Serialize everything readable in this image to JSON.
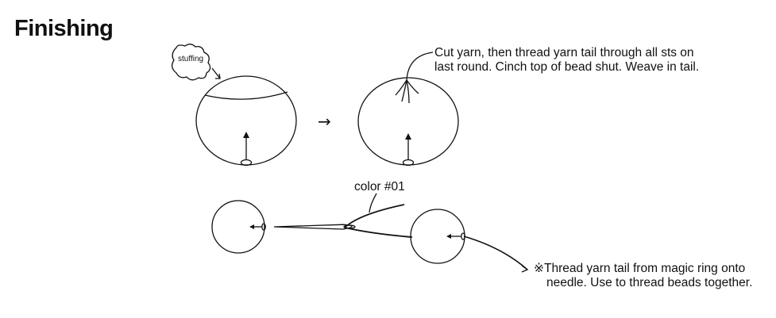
{
  "title": "Finishing",
  "labels": {
    "stuffing": "stuffing",
    "color": "color #01",
    "arrow_between": "→"
  },
  "notes": {
    "top_line1": "Cut yarn, then thread yarn tail through all sts on",
    "top_line2": "last round. Cinch top of bead shut. Weave in tail.",
    "bottom_line1": "※Thread yarn tail from magic ring onto",
    "bottom_line2": "needle. Use to thread beads together."
  },
  "colors": {
    "ink": "#111111",
    "background": "#ffffff"
  }
}
